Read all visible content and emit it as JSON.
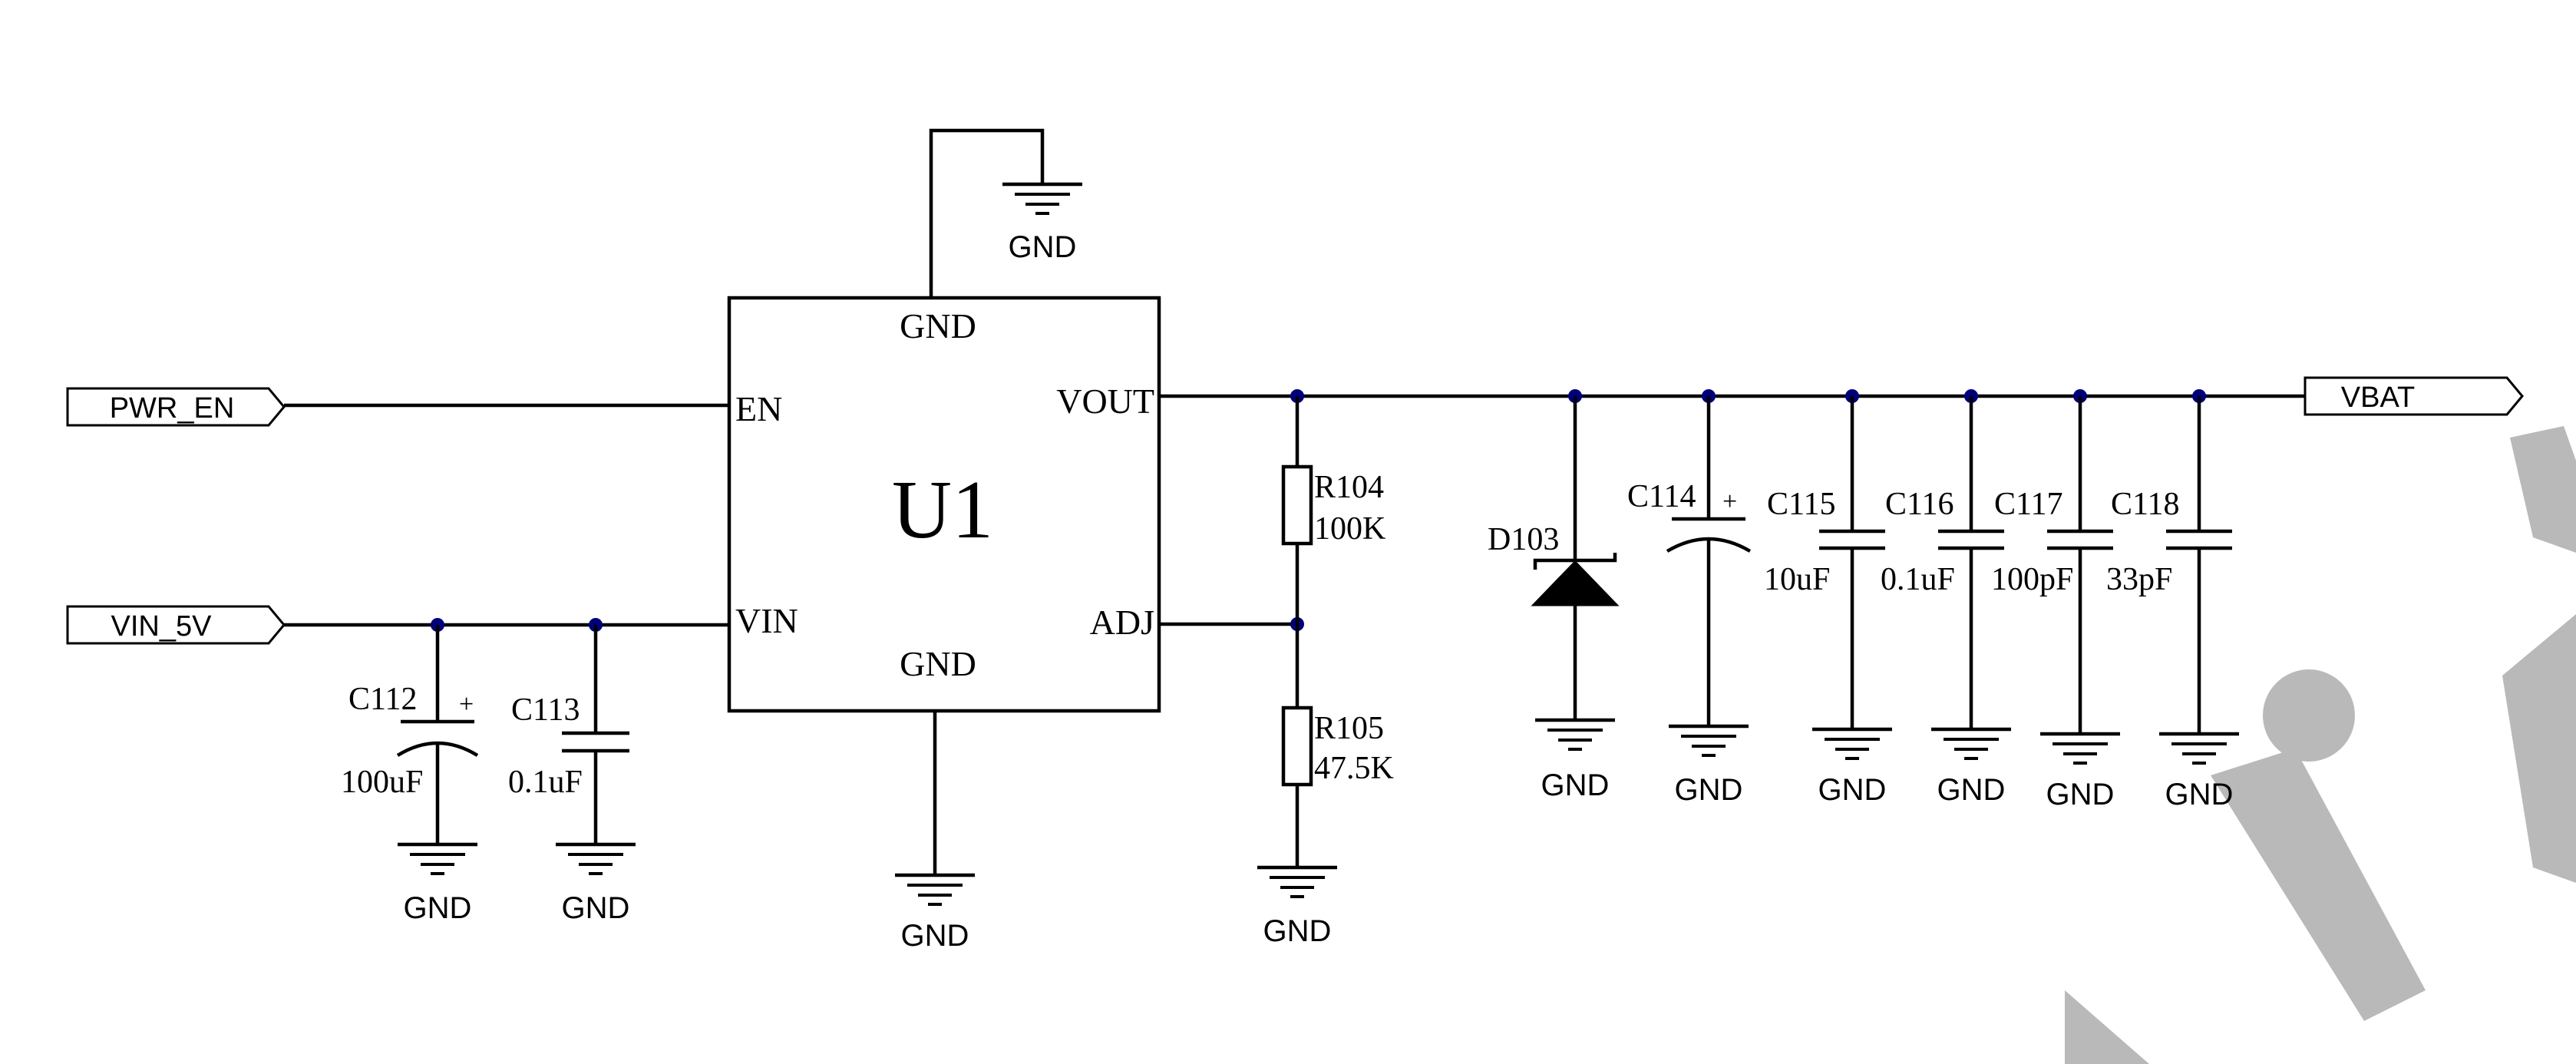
{
  "ports": {
    "pwr_en": "PWR_EN",
    "vin_5v": "VIN_5V",
    "vbat": "VBAT"
  },
  "ic": {
    "designator": "U1",
    "pins": {
      "gnd_top": "GND",
      "en": "EN",
      "vin": "VIN",
      "gnd_bottom": "GND",
      "vout": "VOUT",
      "adj": "ADJ"
    }
  },
  "components": {
    "r104": {
      "ref": "R104",
      "value": "100K"
    },
    "r105": {
      "ref": "R105",
      "value": "47.5K"
    },
    "c112": {
      "ref": "C112",
      "value": "100uF",
      "polarity": "+"
    },
    "c113": {
      "ref": "C113",
      "value": "0.1uF"
    },
    "d103": {
      "ref": "D103"
    },
    "c114": {
      "ref": "C114",
      "polarity": "+"
    },
    "c115": {
      "ref": "C115",
      "value": "10uF"
    },
    "c116": {
      "ref": "C116",
      "value": "0.1uF"
    },
    "c117": {
      "ref": "C117",
      "value": "100pF"
    },
    "c118": {
      "ref": "C118",
      "value": "33pF"
    }
  },
  "ground_label": "GND",
  "colors": {
    "wire": "#000000",
    "junction": "#00007a",
    "watermark": "#b9b9b9"
  }
}
